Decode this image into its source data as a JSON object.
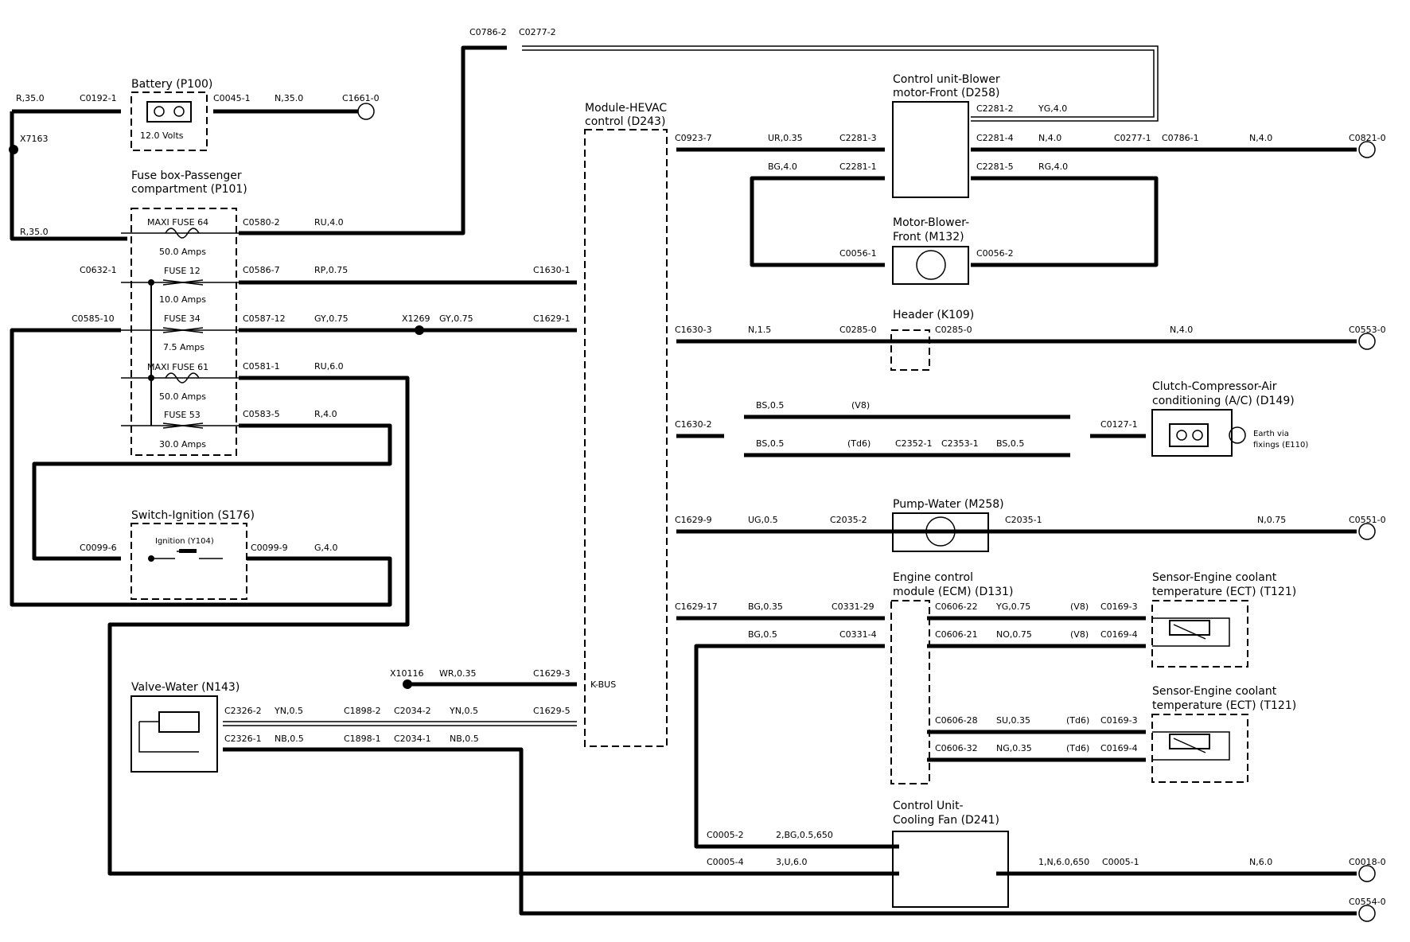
{
  "components": {
    "battery": {
      "title": "Battery (P100)",
      "volts": "12.0 Volts"
    },
    "fusebox": {
      "title_l1": "Fuse box-Passenger",
      "title_l2": "compartment (P101)"
    },
    "fuses": [
      {
        "name": "MAXI FUSE 64",
        "amps": "50.0 Amps"
      },
      {
        "name": "FUSE 12",
        "amps": "10.0 Amps"
      },
      {
        "name": "FUSE 34",
        "amps": "7.5 Amps"
      },
      {
        "name": "MAXI FUSE 61",
        "amps": "50.0 Amps"
      },
      {
        "name": "FUSE 53",
        "amps": "30.0 Amps"
      }
    ],
    "ignition": {
      "title": "Switch-Ignition (S176)",
      "inner": "Ignition (Y104)"
    },
    "valve": {
      "title": "Valve-Water (N143)"
    },
    "hevac": {
      "title_l1": "Module-HEVAC",
      "title_l2": "control (D243)",
      "kbus": "K-BUS"
    },
    "blower_cu": {
      "title_l1": "Control unit-Blower",
      "title_l2": "motor-Front (D258)"
    },
    "blower_motor": {
      "title_l1": "Motor-Blower-",
      "title_l2": "Front (M132)"
    },
    "header": {
      "title": "Header (K109)"
    },
    "clutch": {
      "title_l1": "Clutch-Compressor-Air",
      "title_l2": "conditioning (A/C) (D149)",
      "earth_l1": "Earth via",
      "earth_l2": "fixings (E110)"
    },
    "pump": {
      "title": "Pump-Water (M258)"
    },
    "ecm": {
      "title_l1": "Engine control",
      "title_l2": "module (ECM) (D131)"
    },
    "sensor1": {
      "title_l1": "Sensor-Engine coolant",
      "title_l2": "temperature (ECT) (T121)"
    },
    "sensor2": {
      "title_l1": "Sensor-Engine coolant",
      "title_l2": "temperature (ECT) (T121)"
    },
    "fan": {
      "title_l1": "Control Unit-",
      "title_l2": "Cooling Fan (D241)"
    }
  },
  "labels": {
    "r350_top": "R,35.0",
    "c0192": "C0192-1",
    "c0045": "C0045-1",
    "n350": "N,35.0",
    "c1661": "C1661-0",
    "x7163": "X7163",
    "r350_mid": "R,35.0",
    "c0632": "C0632-1",
    "c0585_10": "C0585-10",
    "c0580": "C0580-2",
    "ru40": "RU,4.0",
    "c0586": "C0586-7",
    "rp075": "RP,0.75",
    "c1630_1": "C1630-1",
    "c0587": "C0587-12",
    "gy075a": "GY,0.75",
    "x1269": "X1269",
    "gy075b": "GY,0.75",
    "c1629_1": "C1629-1",
    "c0581": "C0581-1",
    "ru60": "RU,6.0",
    "c0583": "C0583-5",
    "r40": "R,4.0",
    "c0099_6": "C0099-6",
    "c0099_9": "C0099-9",
    "g40": "G,4.0",
    "x10116": "X10116",
    "wr035": "WR,0.35",
    "c1629_3": "C1629-3",
    "c2326_2": "C2326-2",
    "yn05a": "YN,0.5",
    "c1898_2": "C1898-2",
    "c2034_2": "C2034-2",
    "yn05b": "YN,0.5",
    "c1629_5": "C1629-5",
    "c2326_1": "C2326-1",
    "nb05a": "NB,0.5",
    "c1898_1": "C1898-1",
    "c2034_1": "C2034-1",
    "nb05b": "NB,0.5",
    "c0786_2": "C0786-2",
    "c0277_2": "C0277-2",
    "c2281_2": "C2281-2",
    "yg40": "YG,4.0",
    "c0923": "C0923-7",
    "ur035": "UR,0.35",
    "c2281_3": "C2281-3",
    "c2281_4": "C2281-4",
    "n40a": "N,4.0",
    "c0277_1": "C0277-1",
    "c0786_1": "C0786-1",
    "n40b": "N,4.0",
    "c0821": "C0821-0",
    "bg40": "BG,4.0",
    "c2281_1": "C2281-1",
    "c2281_5": "C2281-5",
    "rg40": "RG,4.0",
    "c0056_1": "C0056-1",
    "c0056_2": "C0056-2",
    "c1630_3": "C1630-3",
    "n15": "N,1.5",
    "c0285_a": "C0285-0",
    "c0285_b": "C0285-0",
    "n40c": "N,4.0",
    "c0553": "C0553-0",
    "c1630_2": "C1630-2",
    "bs05a": "BS,0.5",
    "v8a": "(V8)",
    "bs05b": "BS,0.5",
    "td6a": "(Td6)",
    "c2352": "C2352-1",
    "c2353": "C2353-1",
    "bs05c": "BS,0.5",
    "c0127": "C0127-1",
    "c1629_9": "C1629-9",
    "ug05": "UG,0.5",
    "c2035_2": "C2035-2",
    "c2035_1": "C2035-1",
    "n075": "N,0.75",
    "c0551": "C0551-0",
    "c1629_17": "C1629-17",
    "bg035": "BG,0.35",
    "c0331_29": "C0331-29",
    "c0606_22": "C0606-22",
    "yg075": "YG,0.75",
    "v8b": "(V8)",
    "c0169_3a": "C0169-3",
    "bg05": "BG,0.5",
    "c0331_4": "C0331-4",
    "c0606_21": "C0606-21",
    "no075": "NO,0.75",
    "v8c": "(V8)",
    "c0169_4a": "C0169-4",
    "c0606_28": "C0606-28",
    "su035": "SU,0.35",
    "td6b": "(Td6)",
    "c0169_3b": "C0169-3",
    "c0606_32": "C0606-32",
    "ng035": "NG,0.35",
    "td6c": "(Td6)",
    "c0169_4b": "C0169-4",
    "c0005_2": "C0005-2",
    "bg0565": "2,BG,0.5,650",
    "c0005_4": "C0005-4",
    "u60": "3,U,6.0",
    "n60650": "1,N,6.0,650",
    "c0005_1": "C0005-1",
    "n60": "N,6.0",
    "c0018": "C0018-0",
    "c0554": "C0554-0"
  }
}
